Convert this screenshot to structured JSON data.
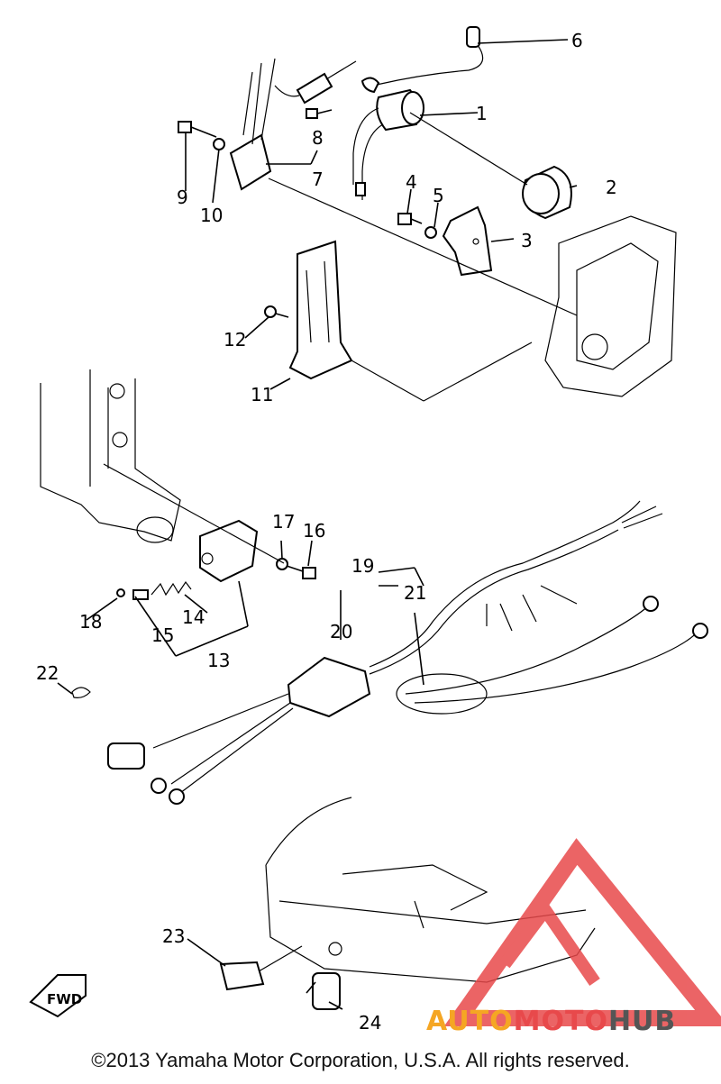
{
  "diagram": {
    "callouts": [
      "1",
      "2",
      "3",
      "4",
      "5",
      "6",
      "7",
      "8",
      "9",
      "10",
      "11",
      "12",
      "13",
      "14",
      "15",
      "16",
      "17",
      "18",
      "19",
      "20",
      "21",
      "22",
      "23",
      "24"
    ],
    "fwd_label": "FWD"
  },
  "watermark": {
    "brand_part1": "AUTO",
    "brand_part2": "MOTO",
    "brand_part3": "HUB",
    "colors": {
      "orange": "#f5a623",
      "red": "#e8494b",
      "gray": "#555555"
    }
  },
  "footer": {
    "copyright": "©2013 Yamaha Motor Corporation, U.S.A. All rights reserved."
  }
}
